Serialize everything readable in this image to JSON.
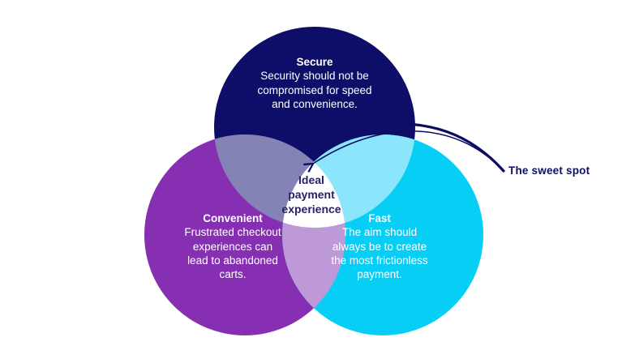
{
  "venn": {
    "circles": [
      {
        "name": "Secure",
        "color": "#0E0E68",
        "lines": [
          "Security should not be",
          "compromised for speed",
          "and convenience."
        ]
      },
      {
        "name": "Convenient",
        "color": "#872FB3",
        "lines": [
          "Frustrated checkout",
          "experiences can",
          "lead to abandoned",
          "carts."
        ]
      },
      {
        "name": "Fast",
        "color": "#06CEF5",
        "lines": [
          "The aim should",
          "always be to create",
          "the most frictionless",
          "payment."
        ]
      }
    ],
    "overlaps": {
      "secure_convenient": "#8383B6",
      "secure_fast": "#8BE5FB",
      "convenient_fast": "#BD99D7",
      "center": "#FFFFFF"
    },
    "center_label_lines": [
      "Ideal",
      "payment",
      "experience"
    ],
    "center_text_color": "#262168",
    "annotation": {
      "label": "The sweet spot",
      "color": "#0E0E68",
      "arrow_color": "#0C0C62"
    },
    "text_color": "#FFFFFF"
  }
}
